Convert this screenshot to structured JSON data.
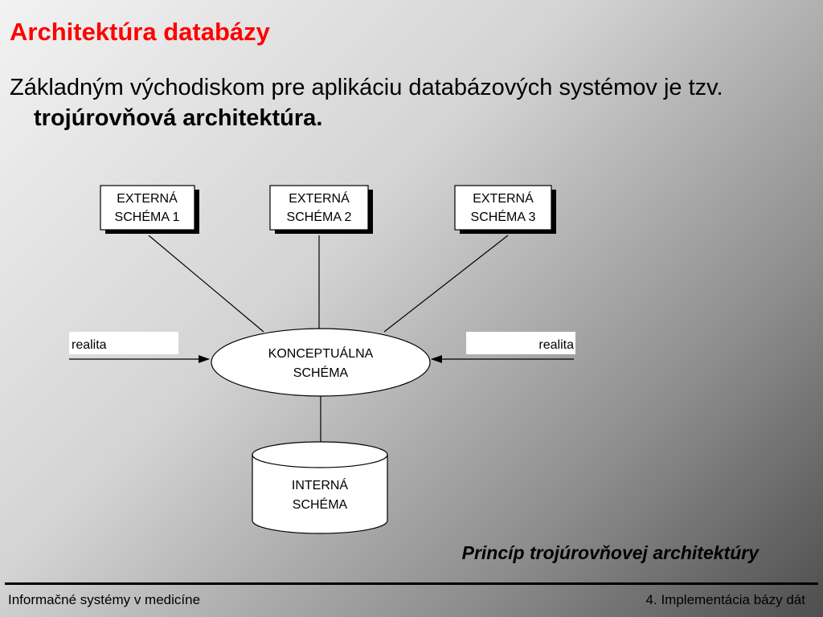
{
  "slide": {
    "title": "Architektúra databázy",
    "body_text": "Základným východiskom pre aplikáciu databázových systémov je tzv. ",
    "body_bold": "trojúrovňová architektúra."
  },
  "diagram": {
    "external_schemas": [
      {
        "line1": "EXTERNÁ",
        "line2": "SCHÉMA 1"
      },
      {
        "line1": "EXTERNÁ",
        "line2": "SCHÉMA 2"
      },
      {
        "line1": "EXTERNÁ",
        "line2": "SCHÉMA 3"
      }
    ],
    "conceptual": {
      "line1": "KONCEPTUÁLNA",
      "line2": "SCHÉMA"
    },
    "internal": {
      "line1": "INTERNÁ",
      "line2": "SCHÉMA"
    },
    "reality_left": "realita",
    "reality_right": "realita",
    "caption": "Princíp trojúrovňovej architektúry"
  },
  "footer": {
    "left": "Informačné systémy v medicíne",
    "right": "4. Implementácia bázy dát"
  },
  "colors": {
    "title": "#ff0000"
  }
}
